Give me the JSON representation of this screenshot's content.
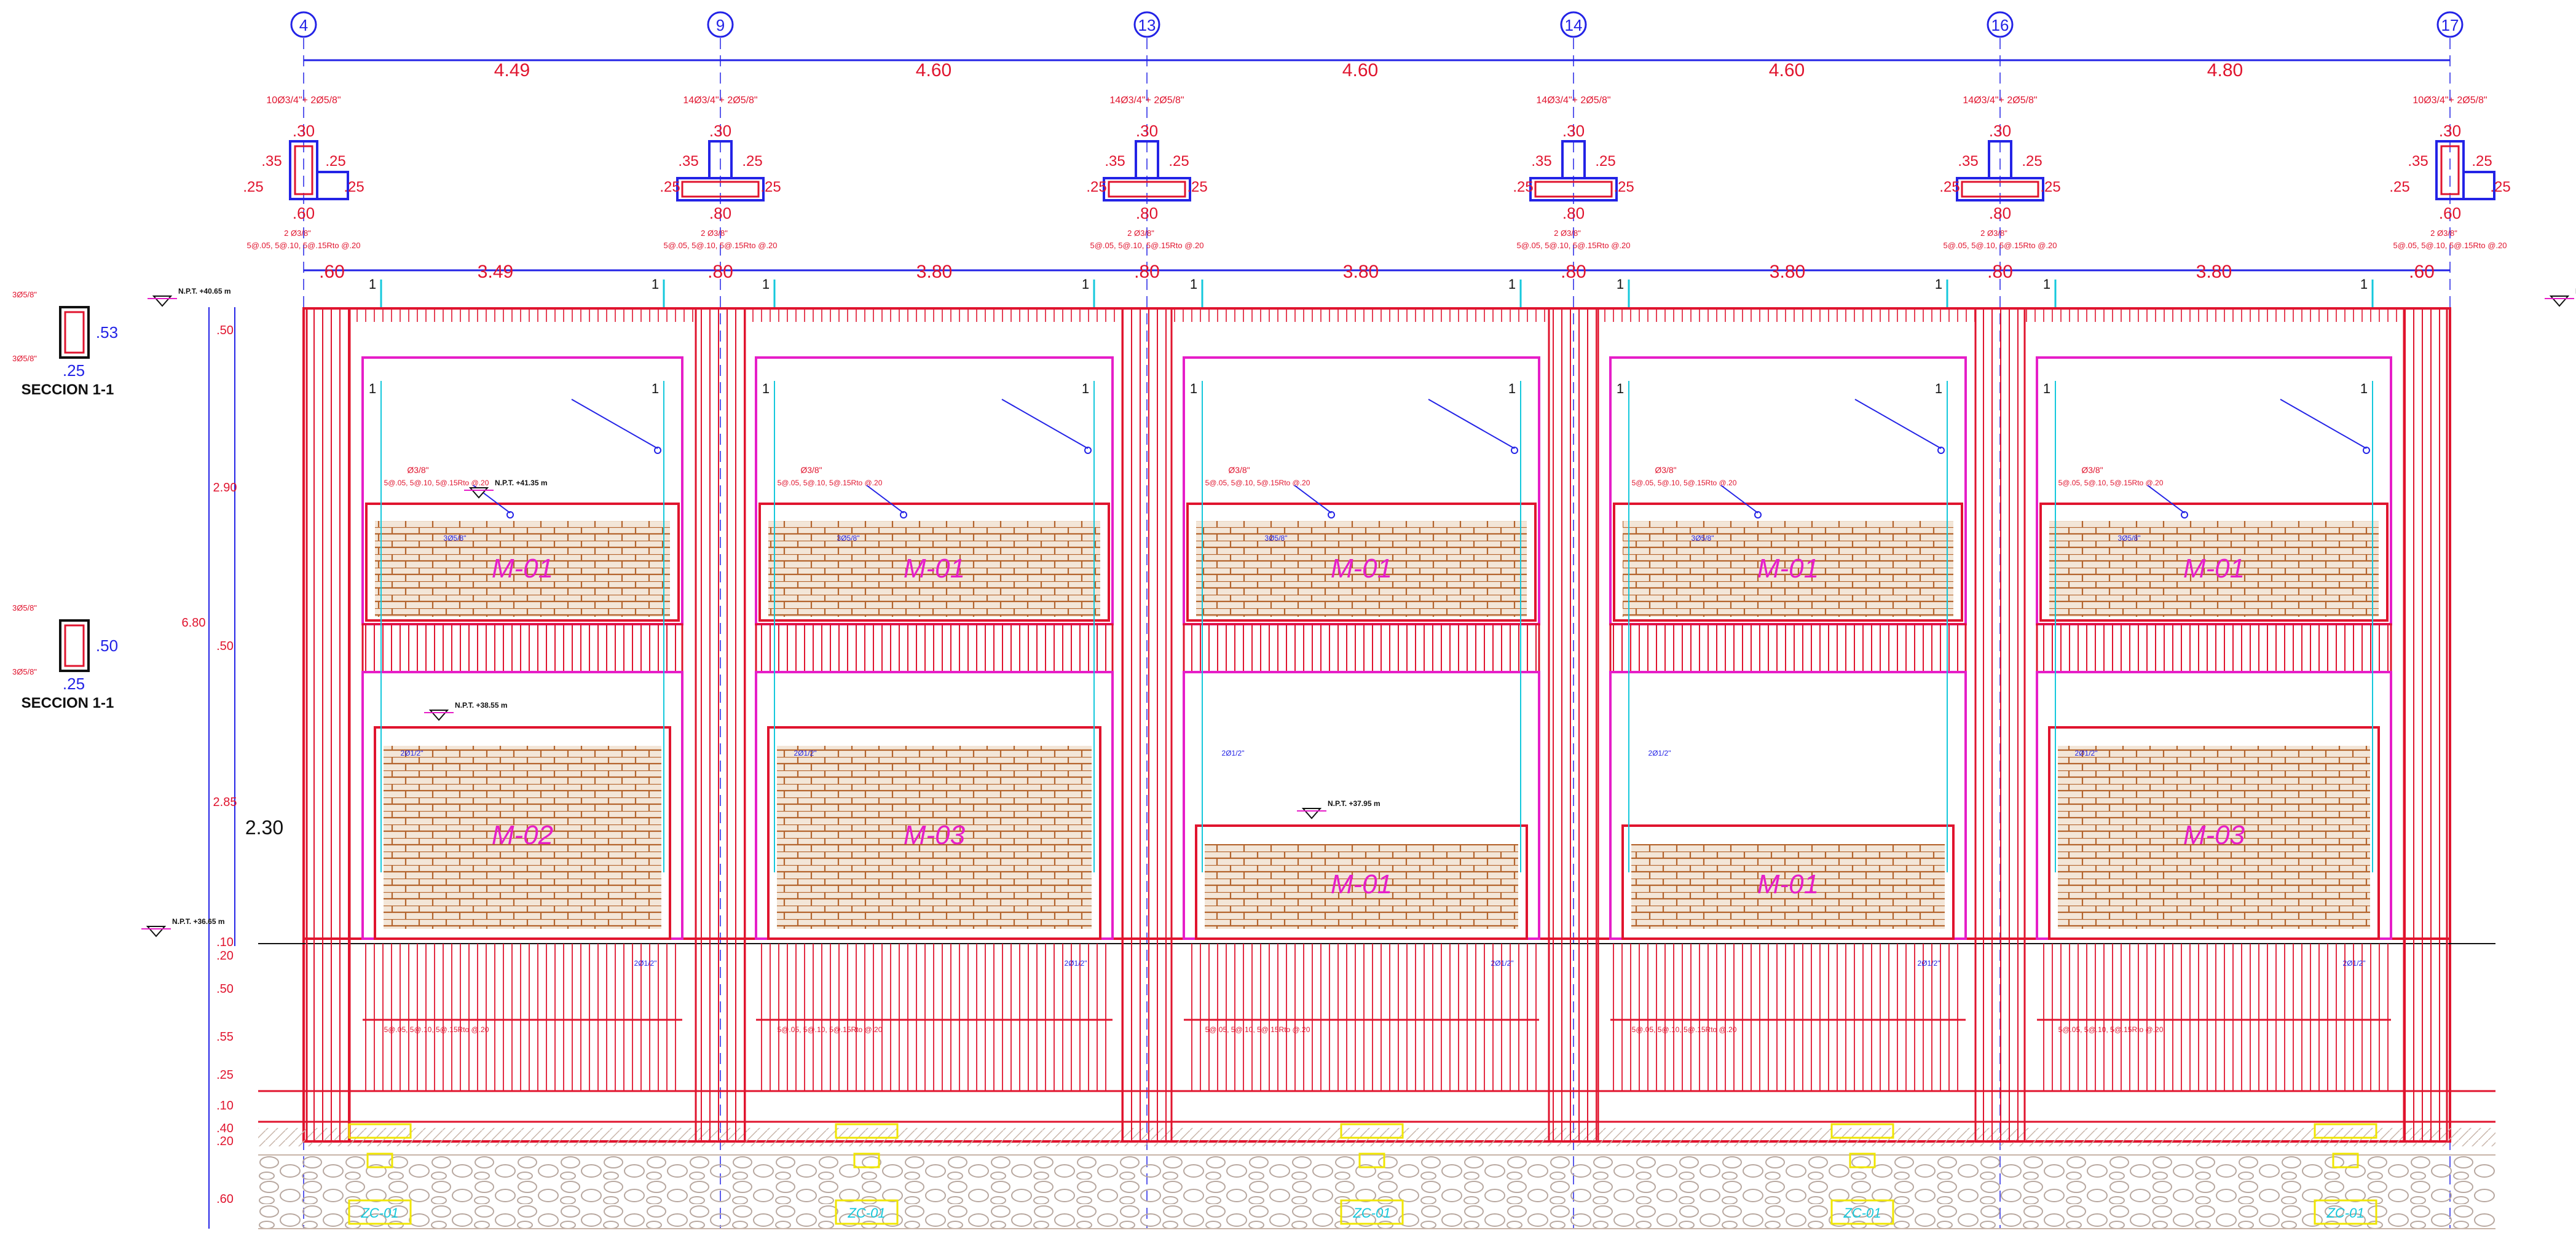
{
  "axes": [
    {
      "label": "4"
    },
    {
      "label": "9"
    },
    {
      "label": "13"
    },
    {
      "label": "14"
    },
    {
      "label": "16"
    },
    {
      "label": "17"
    }
  ],
  "spans": [
    "4.49",
    "4.60",
    "4.60",
    "4.60",
    "4.80"
  ],
  "col_rebar": [
    "10Ø3/4\"+ 2Ø5/8\"",
    "14Ø3/4\"+ 2Ø5/8\"",
    "14Ø3/4\"+ 2Ø5/8\"",
    "14Ø3/4\"+ 2Ø5/8\"",
    "14Ø3/4\"+ 2Ø5/8\"",
    "10Ø3/4\"+ 2Ø5/8\""
  ],
  "col_stirrups": "5@.05, 5@.10, 5@.15Rto @.20",
  "col_stirrup_count": "2 Ø3/8\"",
  "col_dims": {
    "top": ".30",
    "side_a": ".35",
    "side_b": ".25",
    "depth": ".80",
    "l_depth": ".60"
  },
  "inner_spans": [
    ".60",
    "3.49",
    ".80",
    "3.80",
    ".80",
    "3.80",
    ".80",
    "3.80",
    ".80",
    "3.80",
    ".60"
  ],
  "vertical_dims": [
    ".50",
    "2.90",
    "6.80",
    ".50",
    "2.85",
    "2.30",
    ".10",
    ".20",
    ".50",
    ".55",
    ".25",
    ".10",
    ".40",
    ".20",
    ".60"
  ],
  "levels": [
    "N.P.T. +40.65 m",
    "N.P.T. +41.35 m",
    "N.P.T. +38.55 m",
    "N.P.T. +37.95 m",
    "N.P.T. +36.65 m",
    "N.P.T. +40.65 m"
  ],
  "sections": [
    {
      "title": "SECCION 1-1",
      "height": ".53",
      "width": ".25",
      "bar": "3Ø5/8\""
    },
    {
      "title": "SECCION 1-1",
      "height": ".50",
      "width": ".25",
      "bar": "3Ø5/8\""
    }
  ],
  "walls_upper": [
    "M-01",
    "M-01",
    "M-01",
    "M-01",
    "M-01"
  ],
  "walls_lower": [
    "M-02",
    "M-03",
    "M-01",
    "M-01",
    "M-03"
  ],
  "beam_note": {
    "stirrup": "Ø3/8\"",
    "spacing": "5@.05, 5@.10, 5@.15Rto @.20",
    "bar": "3Ø5/8\"",
    "bar2": "2Ø1/2\""
  },
  "section_mark": "1",
  "footings": [
    "ZC-01",
    "ZC-01",
    "ZC-01",
    "ZC-01",
    "ZC-01"
  ],
  "colors": {
    "red": "#e0142e",
    "blue": "#2323e6",
    "magenta": "#e61ec8",
    "brick": "#b4642d",
    "yellow": "#f0e600",
    "cyan": "#14c8dc"
  }
}
